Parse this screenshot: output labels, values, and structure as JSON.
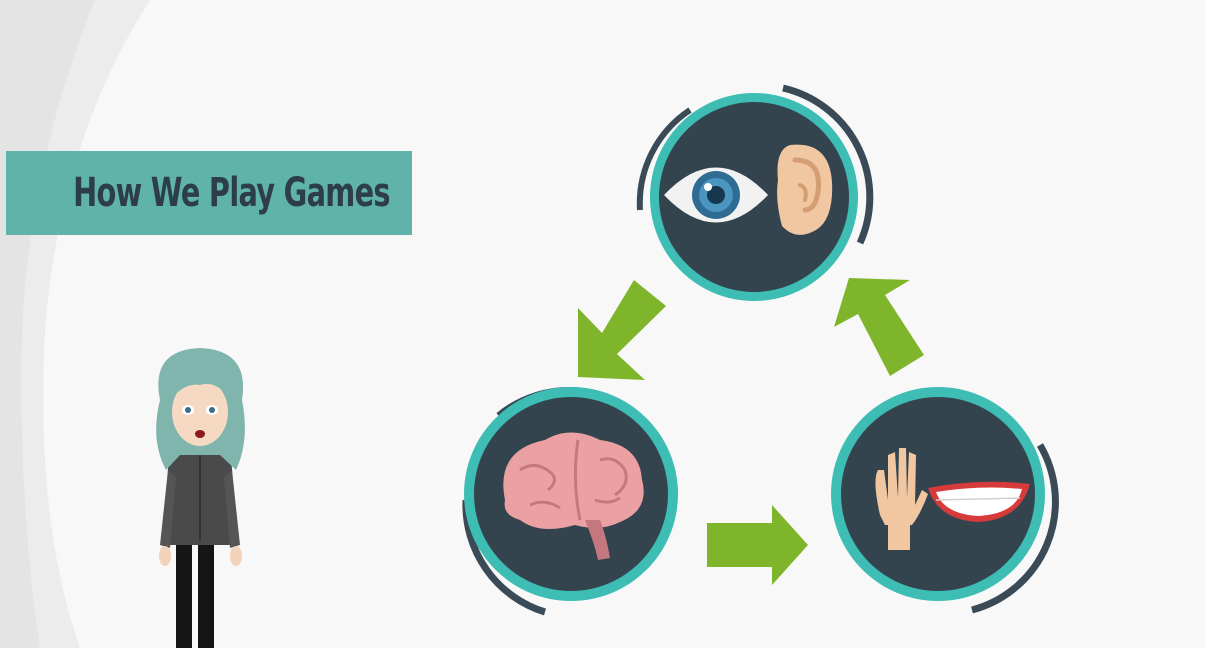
{
  "title": {
    "text": "How We Play Games"
  },
  "diagram": {
    "nodes": [
      {
        "id": "senses",
        "icons": [
          "eye-icon",
          "ear-icon"
        ]
      },
      {
        "id": "brain",
        "icons": [
          "brain-icon"
        ]
      },
      {
        "id": "actions",
        "icons": [
          "hand-icon",
          "mouth-icon"
        ]
      }
    ],
    "flow": [
      "senses",
      "brain",
      "actions",
      "senses"
    ]
  },
  "colors": {
    "background": "#f8f8f8",
    "banner": "#5fb3a8",
    "title_text": "#2e3d4a",
    "circle_fill": "#34444f",
    "circle_ring": "#3dbdb4",
    "outer_arc": "#3a4a56",
    "arrow": "#7fb52a"
  }
}
